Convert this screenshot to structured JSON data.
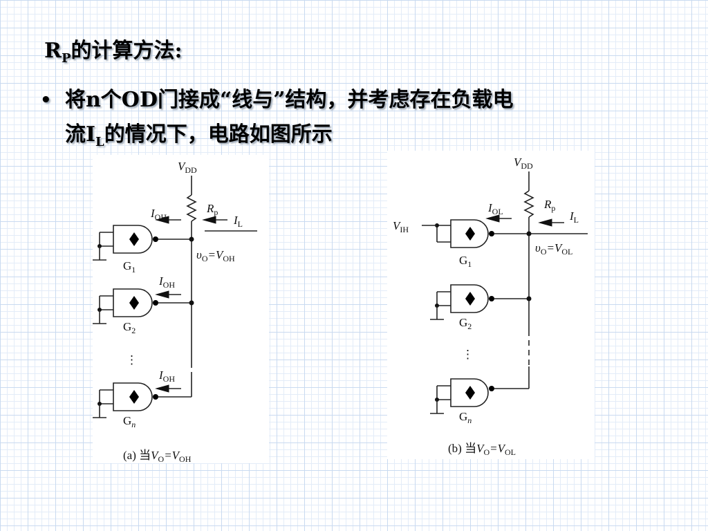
{
  "title": {
    "main": "R",
    "sub": "P",
    "rest": "的计算方法:"
  },
  "bullet": {
    "symbol": "•",
    "line1": "将n个OD门接成“线与”结构，并考虑存在负载电",
    "line2_pre": "流I",
    "line2_sub": "L",
    "line2_post": "的情况下，电路如图所示"
  },
  "diagram_a": {
    "vdd": "V",
    "vdd_sub": "DD",
    "rp": "R",
    "rp_sub": "p",
    "il": "I",
    "il_sub": "L",
    "ioh": "I",
    "ioh_sub": "OH",
    "vo_label": "υ",
    "vo_sub": "O",
    "vo_eq": "=V",
    "vo_eq_sub": "OH",
    "g1": "G",
    "g1_sub": "1",
    "g2": "G",
    "g2_sub": "2",
    "gn": "G",
    "gn_sub": "n",
    "ellipsis": "⋮",
    "caption_pre": "(a) 当",
    "caption_v": "V",
    "caption_vsub": "O",
    "caption_eq": "=V",
    "caption_eqsub": "OH"
  },
  "diagram_b": {
    "vdd": "V",
    "vdd_sub": "DD",
    "rp": "R",
    "rp_sub": "p",
    "il": "I",
    "il_sub": "L",
    "iol": "I",
    "iol_sub": "OL",
    "vih": "V",
    "vih_sub": "IH",
    "vo_label": "υ",
    "vo_sub": "O",
    "vo_eq": "=V",
    "vo_eq_sub": "OL",
    "g1": "G",
    "g1_sub": "1",
    "g2": "G",
    "g2_sub": "2",
    "gn": "G",
    "gn_sub": "n",
    "ellipsis": "⋮",
    "caption_pre": "(b) 当",
    "caption_v": "V",
    "caption_vsub": "O",
    "caption_eq": "=V",
    "caption_eqsub": "OL"
  }
}
